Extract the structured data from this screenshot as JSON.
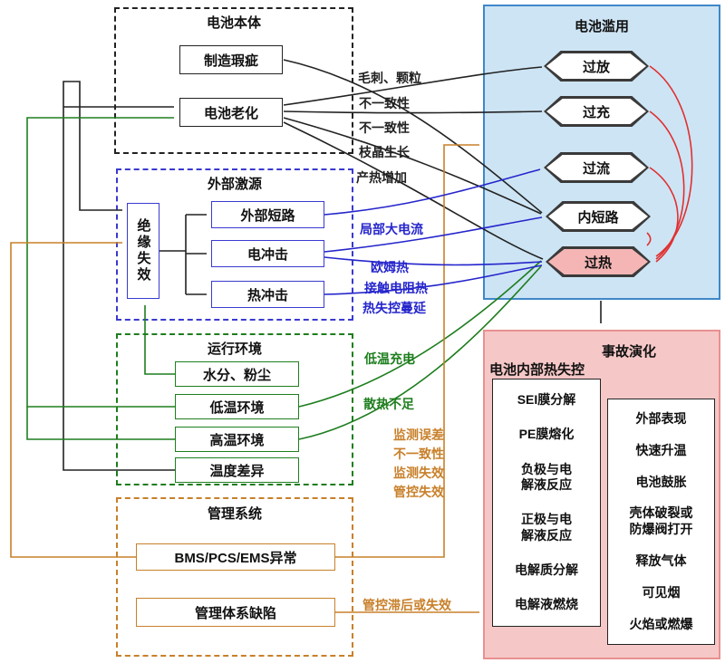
{
  "groups": {
    "battery_body": {
      "title": "电池本体",
      "defect": "制造瑕疵",
      "aging": "电池老化"
    },
    "external": {
      "title": "外部激源",
      "insulation": "绝缘失效",
      "ext_short": "外部短路",
      "elec_shock": "电冲击",
      "thermal_shock": "热冲击"
    },
    "environment": {
      "title": "运行环境",
      "moisture": "水分、粉尘",
      "low_temp": "低温环境",
      "high_temp": "高温环境",
      "temp_diff": "温度差异"
    },
    "management": {
      "title": "管理系统",
      "bms": "BMS/PCS/EMS异常",
      "system_defect": "管理体系缺陷"
    }
  },
  "abuse": {
    "title": "电池滥用",
    "hexagons": [
      "过放",
      "过充",
      "过流",
      "内短路",
      "过热"
    ]
  },
  "evolution": {
    "title": "事故演化",
    "internal_title": "电池内部热失控",
    "internal_items": [
      "SEI膜分解",
      "PE膜熔化",
      "负极与电\n解液反应",
      "正极与电\n解液反应",
      "电解质分解",
      "电解液燃烧"
    ],
    "external_title": "外部表现",
    "external_items": [
      "快速升温",
      "电池鼓胀",
      "壳体破裂或\n防爆阀打开",
      "释放气体",
      "可见烟",
      "火焰或燃爆"
    ]
  },
  "edge_labels": {
    "black": [
      "毛刺、颗粒",
      "不一致性",
      "不一致性",
      "枝晶生长",
      "产热增加"
    ],
    "blue": [
      "局部大电流",
      "欧姆热",
      "接触电阻热",
      "热失控蔓延"
    ],
    "green": [
      "低温充电",
      "散热不足"
    ],
    "orange": [
      "监测误差",
      "不一致性",
      "监测失效",
      "管控失效",
      "管控滞后或失效"
    ]
  },
  "colors": {
    "black": "#222222",
    "blue": "#2525cc",
    "green": "#1e7e1e",
    "orange": "#c8802a",
    "red": "#e03030",
    "abuse_fill": "#cde4f4",
    "abuse_border": "#3f87c9",
    "evolution_fill": "#f6c7c7",
    "evolution_border": "#e89090",
    "overheat_fill": "#f5b5b5"
  }
}
